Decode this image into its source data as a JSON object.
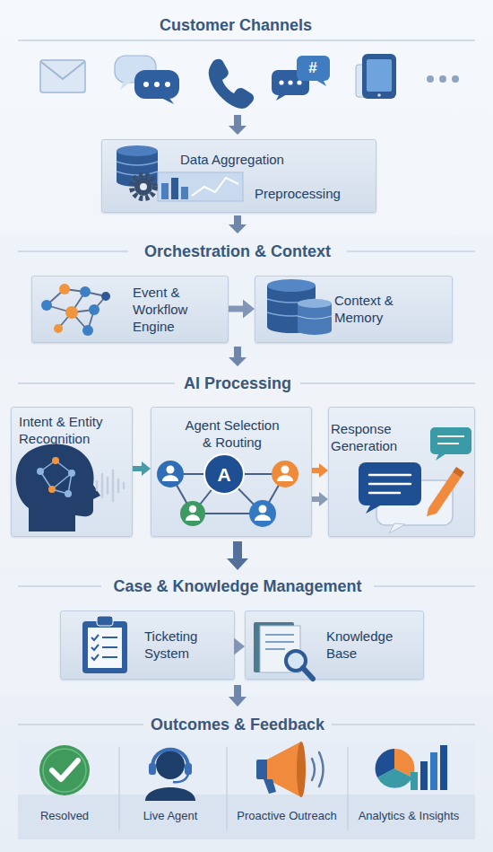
{
  "diagram": {
    "nodes": [
      {
        "text": [
          "Data Aggregation",
          "Preprocessing"
        ]
      },
      {
        "text": [
          "Event & Workflow Engine"
        ]
      },
      {
        "text": [
          "Context & Memory"
        ]
      },
      {
        "text": [
          "Intent & Entity Recognition"
        ]
      },
      {
        "text": [
          "Agent Selection & Routing"
        ]
      },
      {
        "text": [
          "Response Generation"
        ]
      },
      {
        "text": [
          "Ticketing System"
        ]
      },
      {
        "text": [
          "Knowledge Base"
        ]
      }
    ],
    "edges": [
      {
        "from": 1,
        "to": 2,
        "arrow": "to"
      },
      {
        "from": 3,
        "to": 4,
        "arrow": "to"
      },
      {
        "from": 4,
        "to": 5,
        "arrow": "to"
      },
      {
        "from": 4,
        "to": 5,
        "arrow": "to"
      },
      {
        "from": 6,
        "to": 7,
        "arrow": "to"
      }
    ],
    "labels": [
      "Customer Channels",
      "#",
      "Orchestration & Context",
      "AI Processing",
      "A",
      "Case & Knowledge Management",
      "Outcomes & Feedback",
      "Resolved",
      "Live Agent",
      "Proactive Outreach",
      "Analytics & Insights"
    ]
  }
}
